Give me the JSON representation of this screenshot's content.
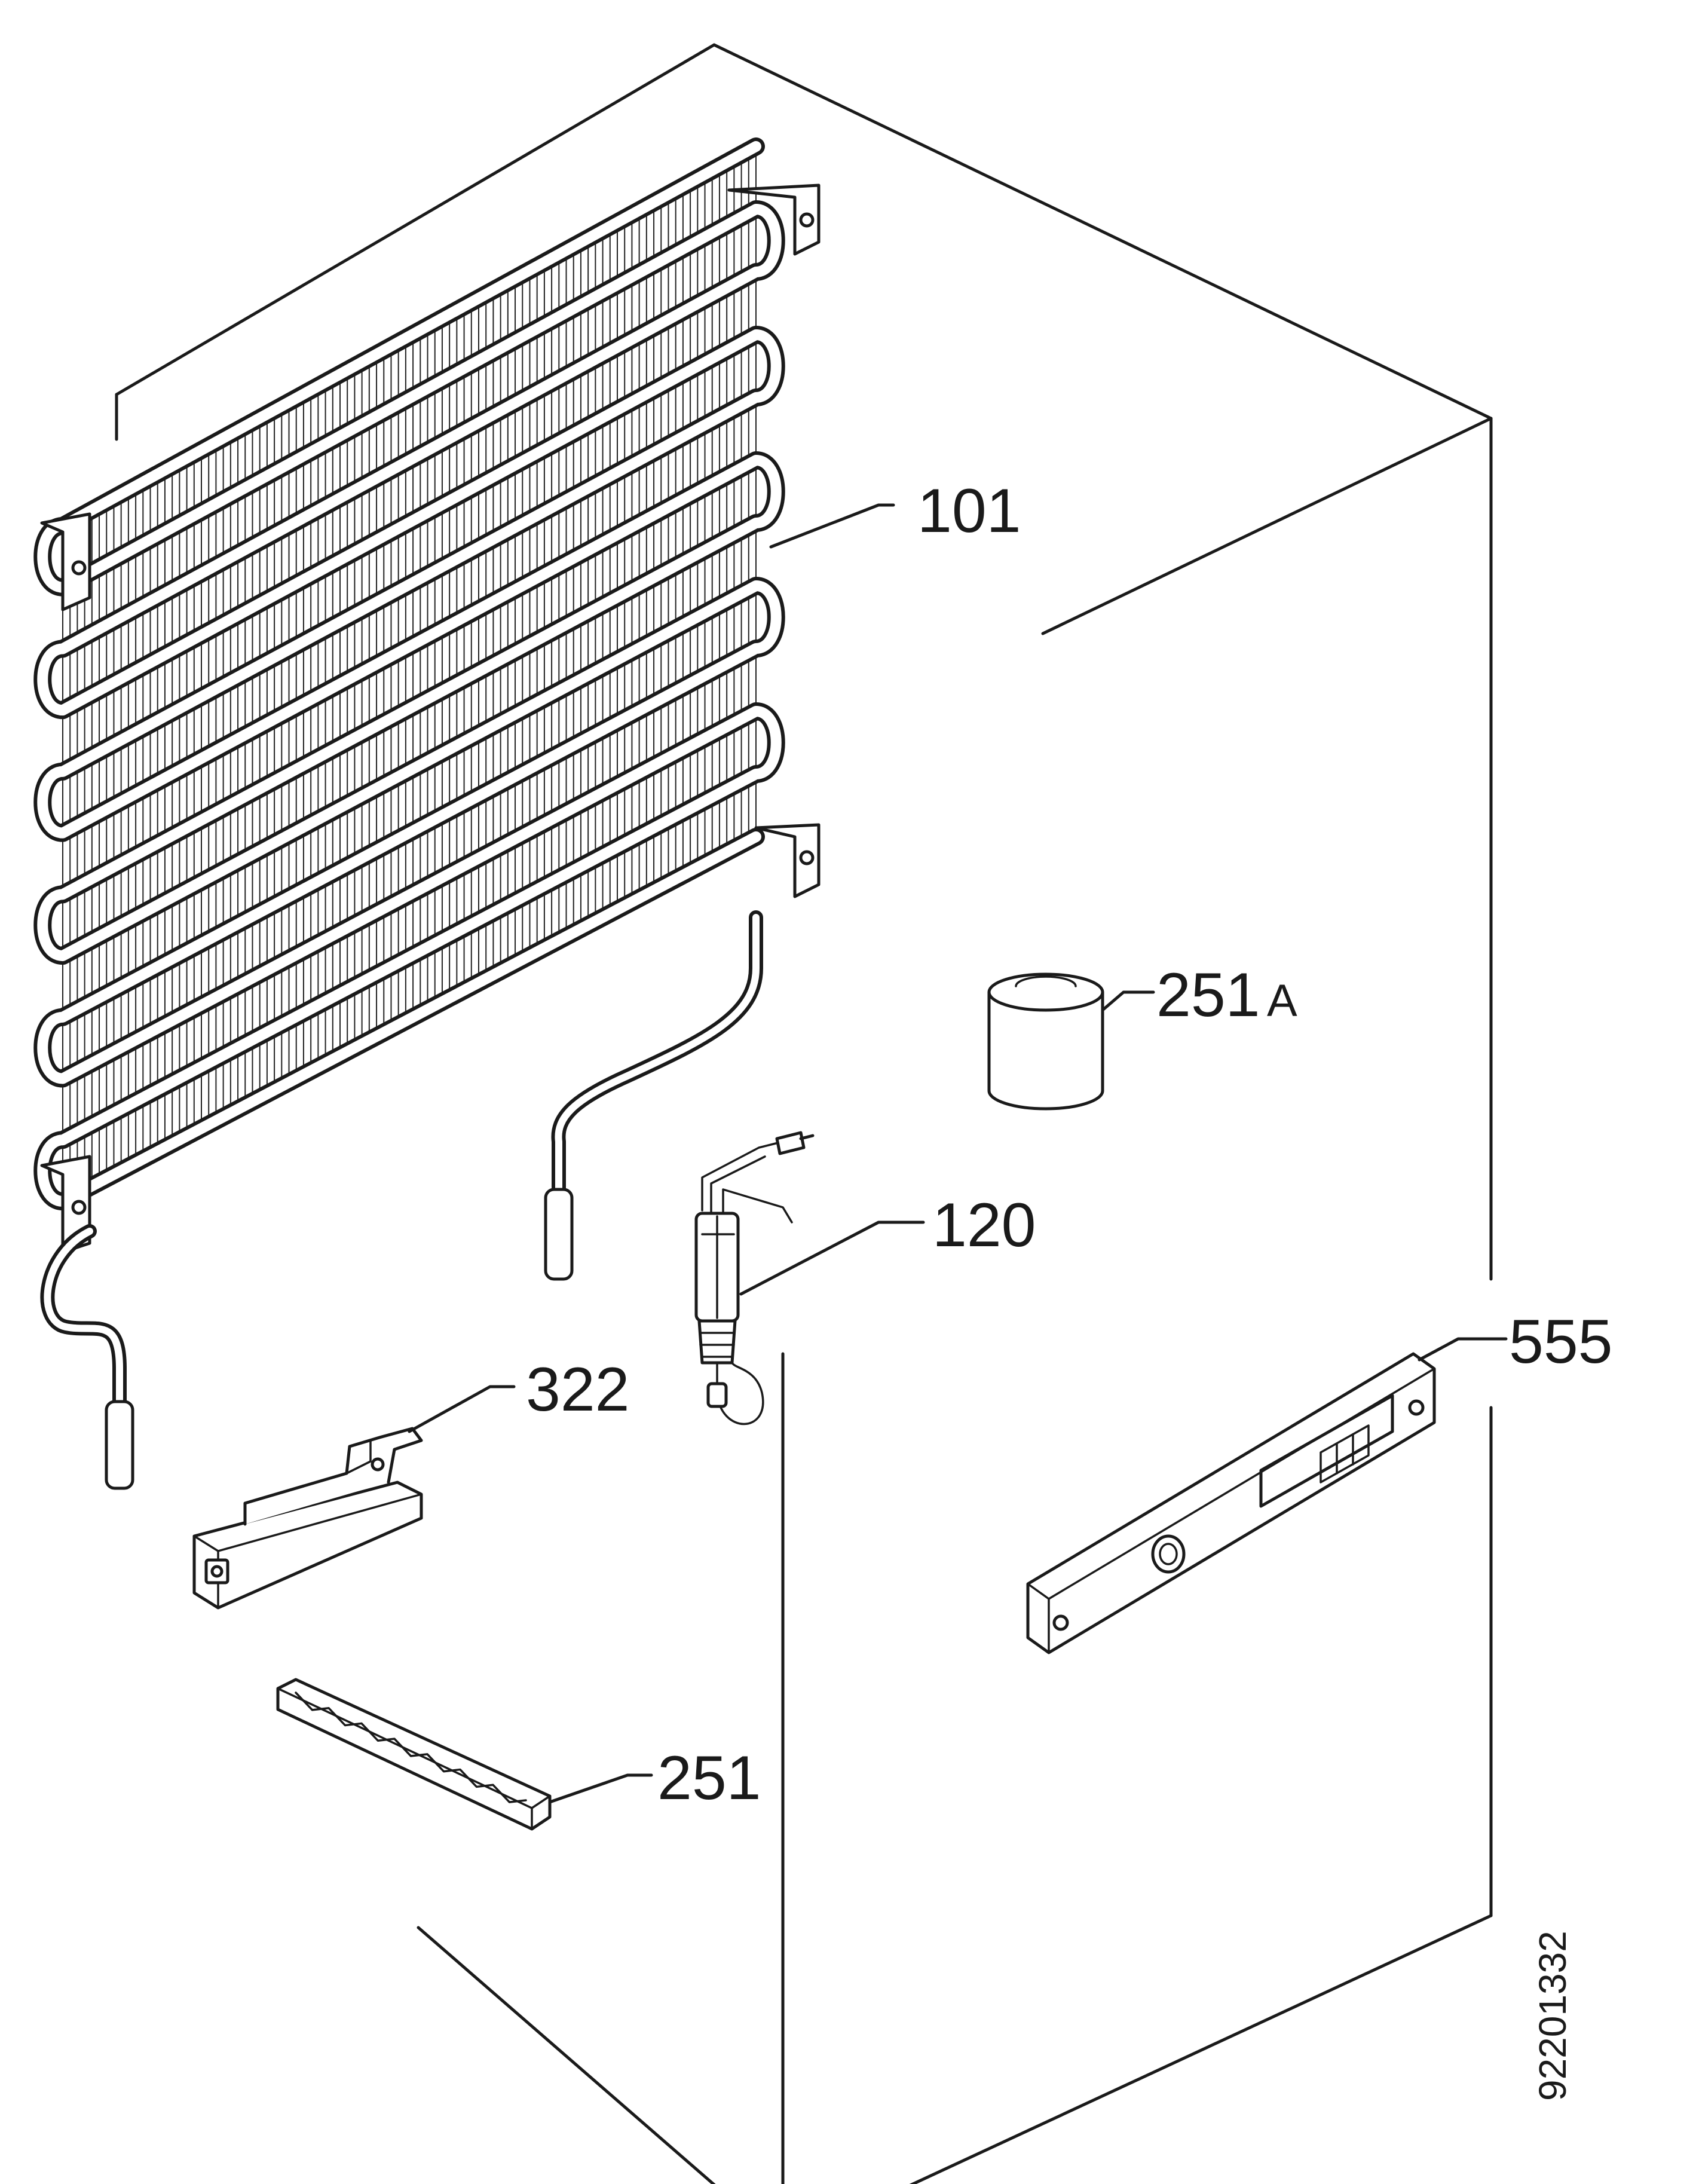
{
  "parts": [
    {
      "id": "condenser",
      "number": "101"
    },
    {
      "id": "sleeve",
      "number": "251",
      "suffix": "A"
    },
    {
      "id": "connector",
      "number": "120"
    },
    {
      "id": "panel",
      "number": "555"
    },
    {
      "id": "bracket",
      "number": "322"
    },
    {
      "id": "rail",
      "number": "251"
    }
  ],
  "document_number": "92201332"
}
